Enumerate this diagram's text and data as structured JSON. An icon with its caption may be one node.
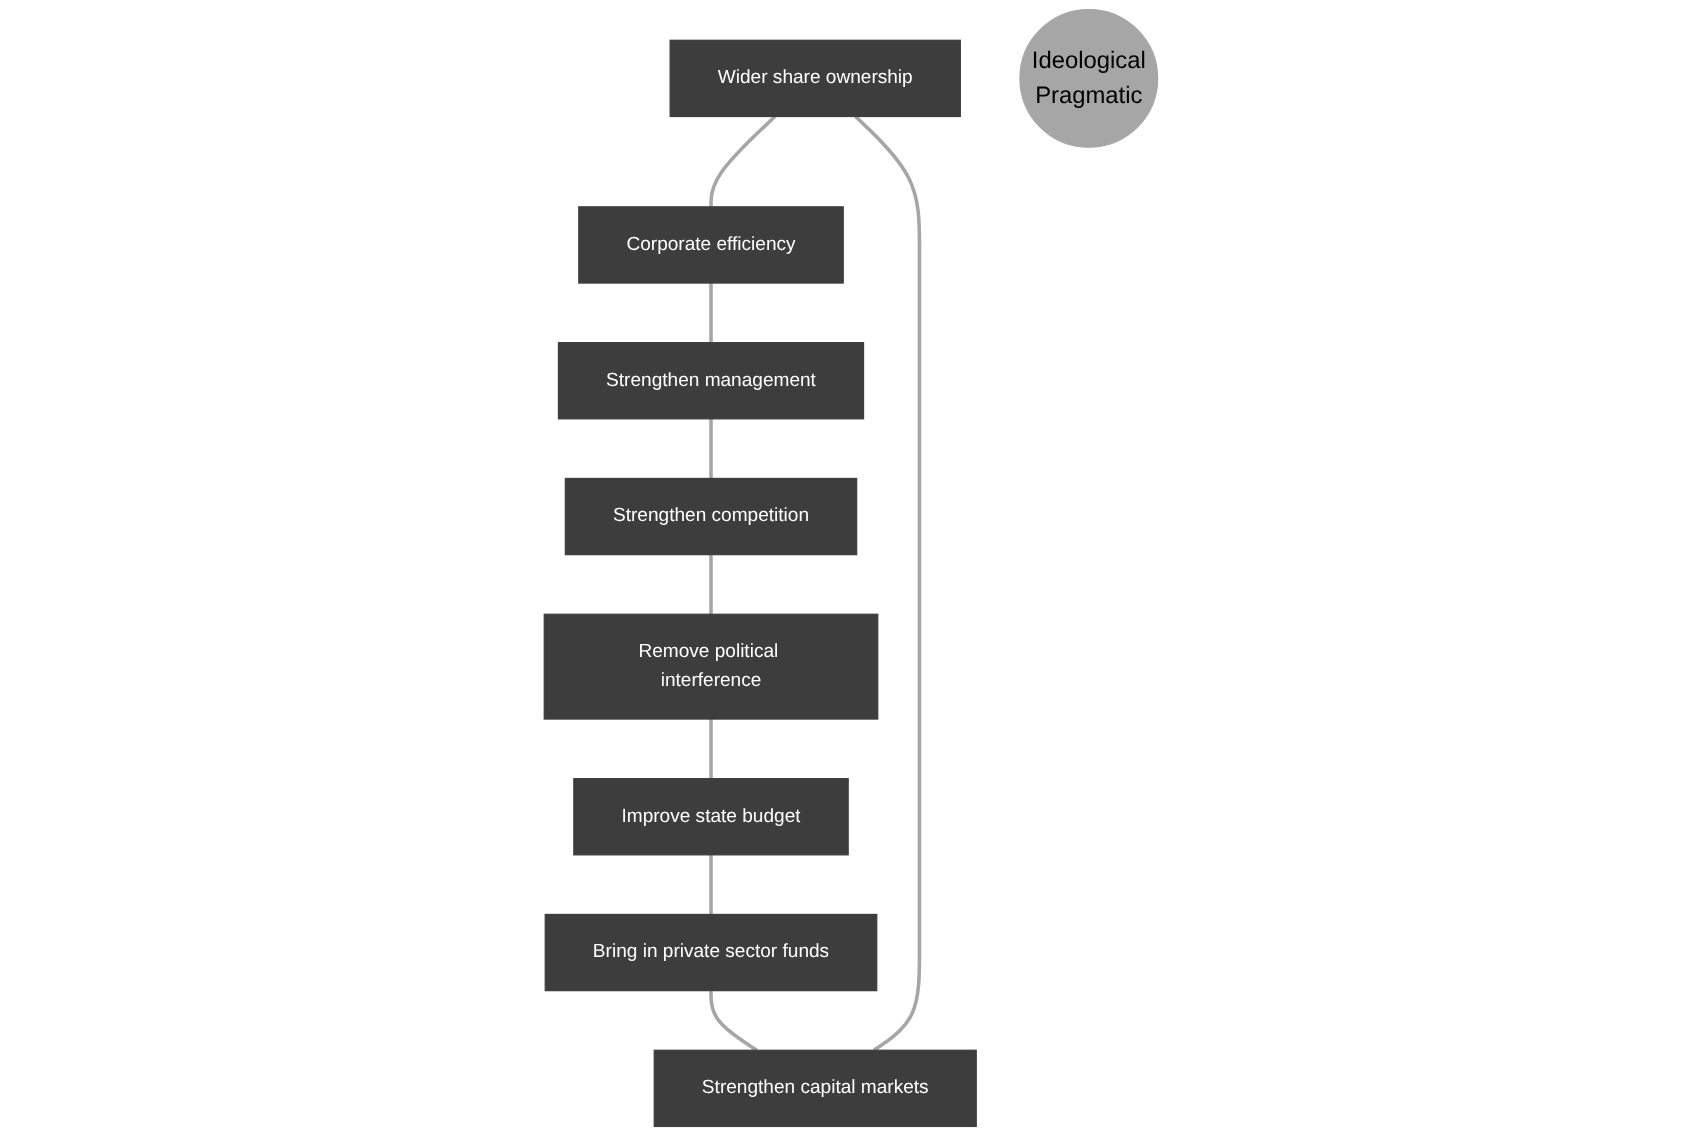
{
  "diagram": {
    "nodes": [
      {
        "text": [
          "Wider share ownership"
        ]
      },
      {
        "text": [
          "Strengthen capital markets"
        ]
      },
      {
        "text": [
          "Corporate efficiency"
        ]
      },
      {
        "text": [
          "Bring in private sector funds"
        ]
      },
      {
        "text": [
          "Ideological",
          "Pragmatic"
        ]
      },
      {
        "text": [
          "Strengthen management"
        ]
      },
      {
        "text": [
          "Improve state budget"
        ]
      },
      {
        "text": [
          "Strengthen competition"
        ]
      },
      {
        "text": [
          "Remove political interference"
        ]
      }
    ],
    "edges": [
      {
        "from": 0,
        "to": 2,
        "arrow": "none"
      },
      {
        "from": 2,
        "to": 5,
        "arrow": "none"
      },
      {
        "from": 5,
        "to": 7,
        "arrow": "none"
      },
      {
        "from": 7,
        "to": 8,
        "arrow": "none"
      },
      {
        "from": 8,
        "to": 6,
        "arrow": "none"
      },
      {
        "from": 6,
        "to": 3,
        "arrow": "none"
      },
      {
        "from": 3,
        "to": 1,
        "arrow": "none"
      },
      {
        "from": 1,
        "to": 0,
        "arrow": "none"
      }
    ]
  }
}
